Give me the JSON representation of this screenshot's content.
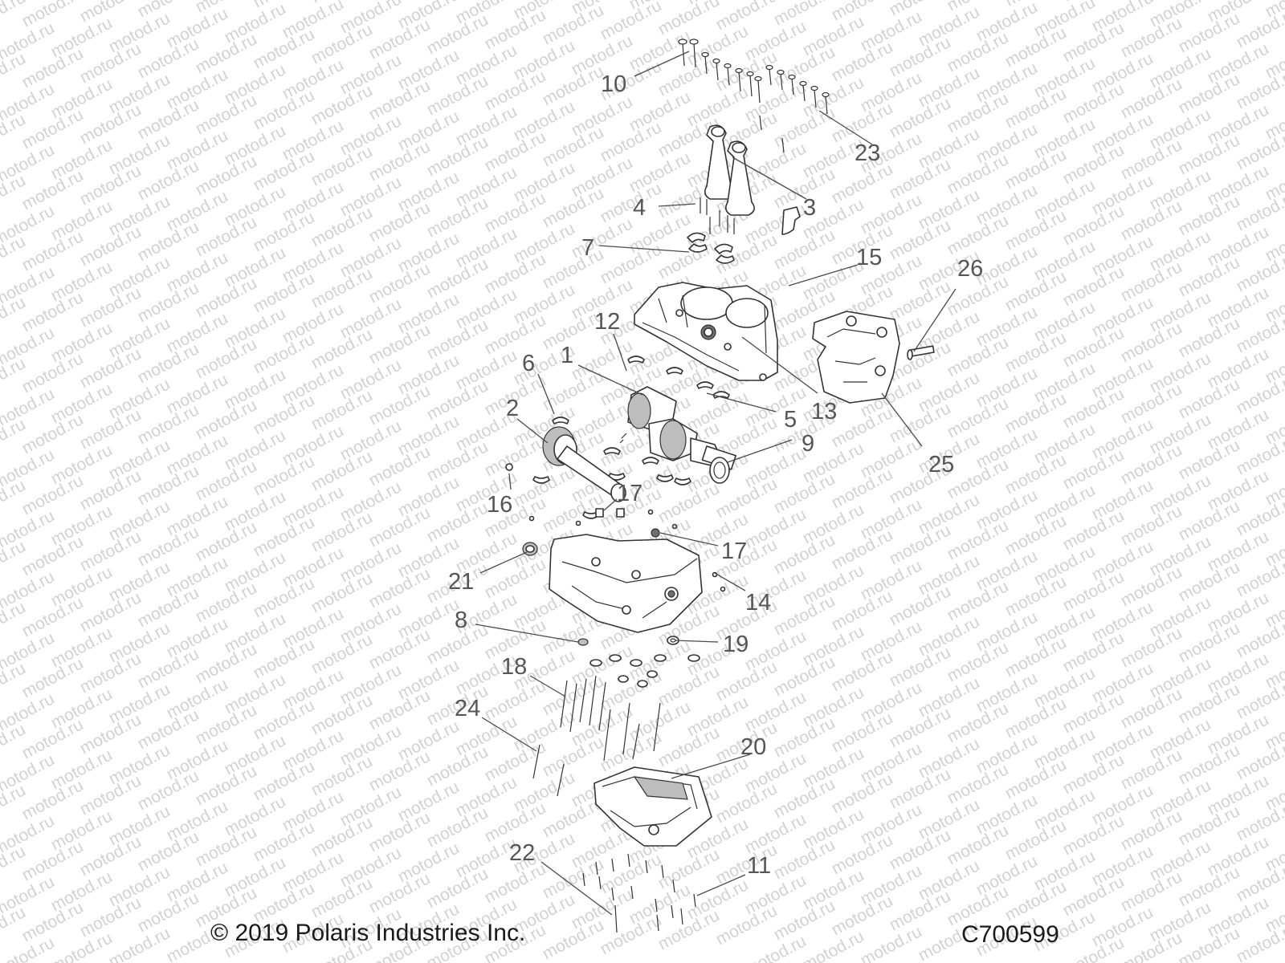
{
  "watermark": "motod.ru",
  "callouts": [
    {
      "id": "c10",
      "label": "10"
    },
    {
      "id": "c23",
      "label": "23"
    },
    {
      "id": "c3",
      "label": "3"
    },
    {
      "id": "c4",
      "label": "4"
    },
    {
      "id": "c7",
      "label": "7"
    },
    {
      "id": "c15",
      "label": "15"
    },
    {
      "id": "c26",
      "label": "26"
    },
    {
      "id": "c12",
      "label": "12"
    },
    {
      "id": "c1",
      "label": "1"
    },
    {
      "id": "c6",
      "label": "6"
    },
    {
      "id": "c13",
      "label": "13"
    },
    {
      "id": "c5",
      "label": "5"
    },
    {
      "id": "c2",
      "label": "2"
    },
    {
      "id": "c9",
      "label": "9"
    },
    {
      "id": "c25",
      "label": "25"
    },
    {
      "id": "c17a",
      "label": "17"
    },
    {
      "id": "c16",
      "label": "16"
    },
    {
      "id": "c17b",
      "label": "17"
    },
    {
      "id": "c21",
      "label": "21"
    },
    {
      "id": "c14",
      "label": "14"
    },
    {
      "id": "c8",
      "label": "8"
    },
    {
      "id": "c19",
      "label": "19"
    },
    {
      "id": "c18",
      "label": "18"
    },
    {
      "id": "c24",
      "label": "24"
    },
    {
      "id": "c20",
      "label": "20"
    },
    {
      "id": "c22",
      "label": "22"
    },
    {
      "id": "c11",
      "label": "11"
    }
  ],
  "footer": {
    "copyright": "© 2019 Polaris Industries Inc.",
    "code": "C700599"
  }
}
